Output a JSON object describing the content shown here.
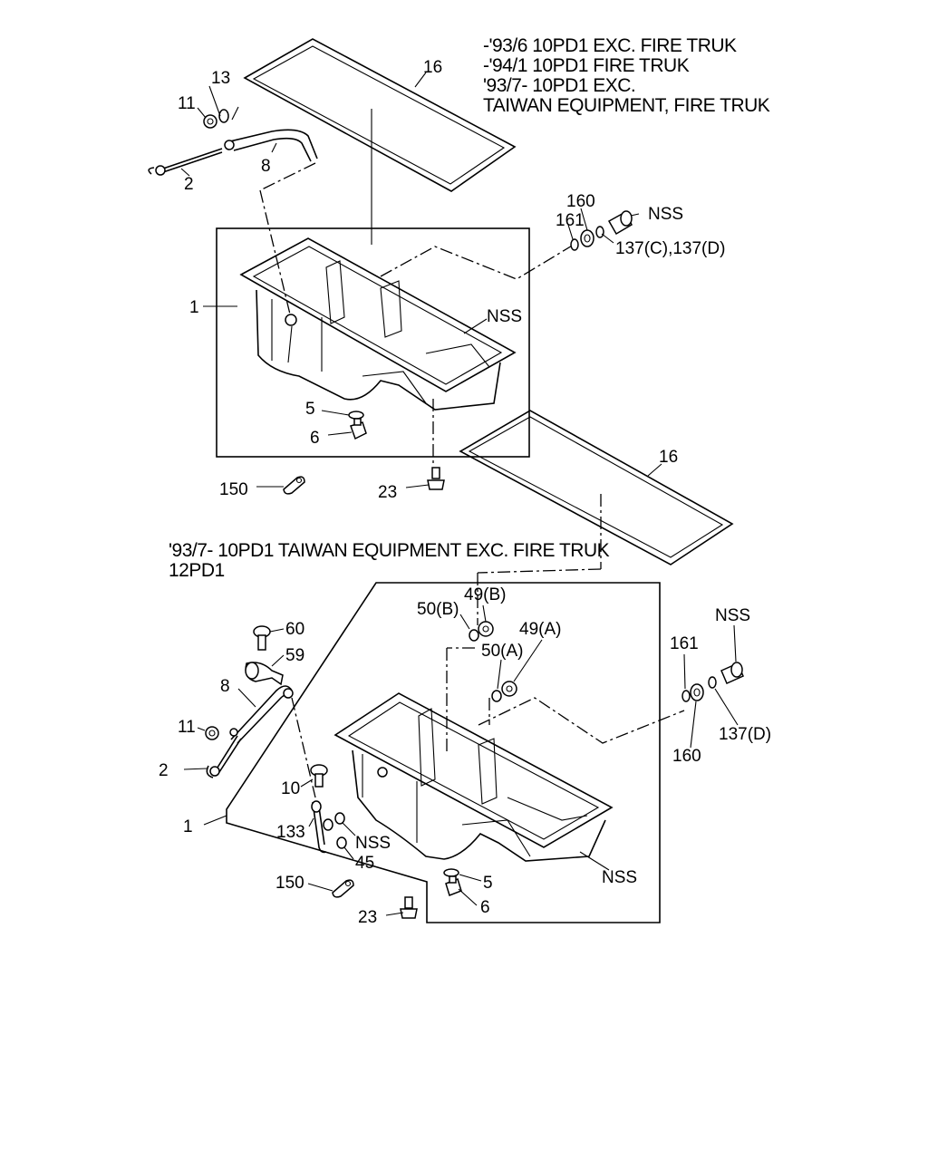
{
  "notes": {
    "top_line1": "-'93/6 10PD1 EXC. FIRE TRUK",
    "top_line2": "-'94/1 10PD1 FIRE TRUK",
    "top_line3": "'93/7- 10PD1 EXC.",
    "top_line4": "TAIWAN EQUIPMENT, FIRE TRUK",
    "lower_line1": "'93/7- 10PD1 TAIWAN EQUIPMENT EXC. FIRE TRUK",
    "lower_line2": "12PD1"
  },
  "callouts_top": {
    "p13": "13",
    "p11": "11",
    "p2": "2",
    "p8": "8",
    "p16a": "16",
    "p160": "160",
    "p161": "161",
    "nss_plug": "NSS",
    "p137": "137(C),137(D)",
    "p1": "1",
    "nss_pan": "NSS",
    "p5": "5",
    "p6": "6",
    "p150": "150",
    "p23": "23",
    "p16b": "16"
  },
  "callouts_bottom": {
    "p60": "60",
    "p59": "59",
    "p8": "8",
    "p11": "11",
    "p2": "2",
    "p50b": "50(B)",
    "p49b": "49(B)",
    "p50a": "50(A)",
    "p49a": "49(A)",
    "nss_plug": "NSS",
    "p161": "161",
    "p160": "160",
    "p137": "137(D)",
    "p10": "10",
    "p1": "1",
    "p133": "133",
    "nss_mid": "NSS",
    "p45": "45",
    "nss_pan": "NSS",
    "p5": "5",
    "p6": "6",
    "p150": "150",
    "p23": "23"
  }
}
